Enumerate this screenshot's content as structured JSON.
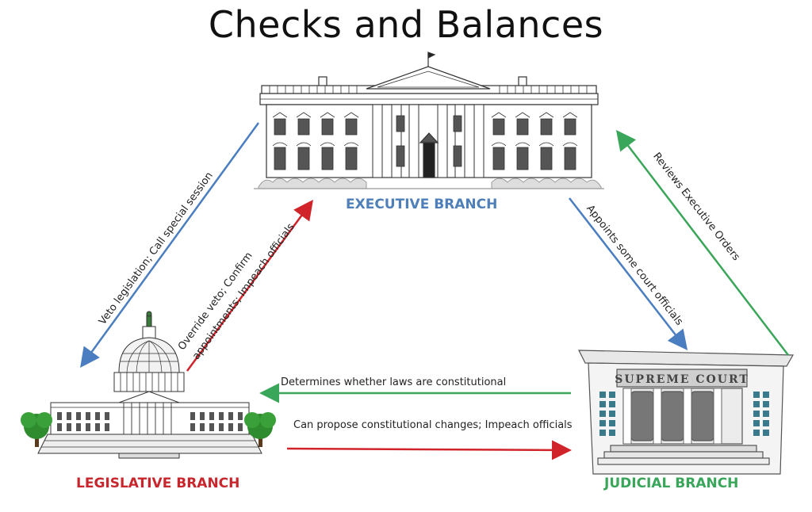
{
  "title": "Checks and Balances",
  "branches": {
    "executive": "EXECUTIVE BRANCH",
    "legislative": "LEGISLATIVE BRANCH",
    "judicial": "JUDICIAL BRANCH"
  },
  "court_sign": "SUPREME COURT",
  "relations": {
    "veto": "Veto legislation; Call special session",
    "override_line1": "Override veto; Confirm",
    "override_line2": "appointments; Impeach officials",
    "appoints": "Appoints some court officials",
    "reviews": "Reviews Executive Orders",
    "determines": "Determines whether laws are constitutional",
    "propose": "Can propose constitutional changes; Impeach officials"
  },
  "colors": {
    "executive": "#4f7fb8",
    "legislative": "#c8262c",
    "judicial": "#3aa65a",
    "blue_arrow": "#4a7ec0",
    "red_arrow": "#d0242a",
    "green_arrow": "#3aa65a"
  },
  "icons": [
    "white-house-icon",
    "capitol-icon",
    "supreme-court-icon",
    "tree-icon"
  ]
}
